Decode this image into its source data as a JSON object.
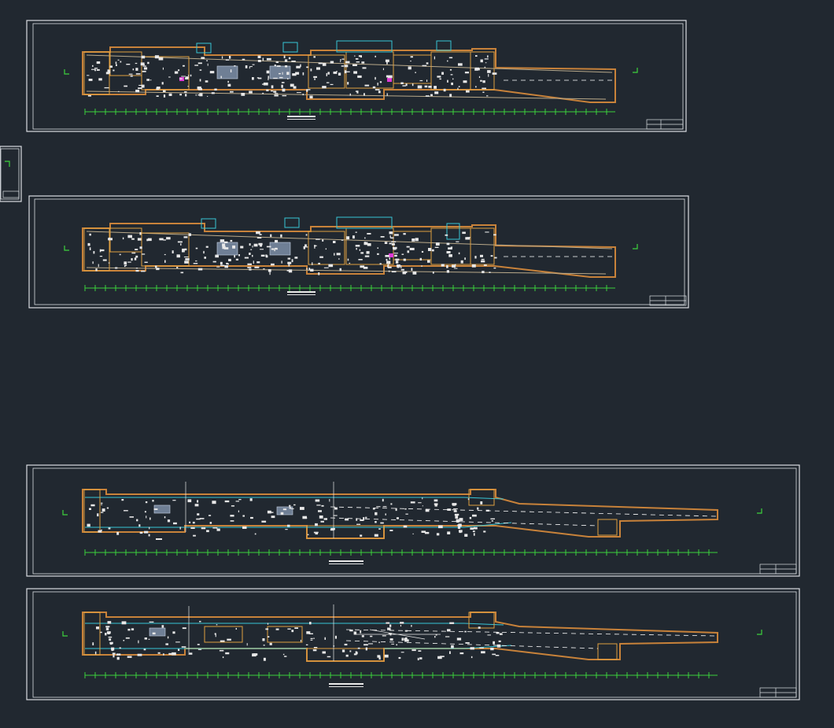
{
  "viewport": {
    "background": "#212830"
  },
  "colors": {
    "frame": "#d9dde2",
    "wall": "#c8823a",
    "grid": "#3cd13c",
    "detail": "#e8e8e8",
    "accent_cyan": "#38c6d6",
    "accent_magenta": "#e03ad6"
  },
  "sheets": [
    {
      "id": "sheet-1",
      "kind": "station-plan"
    },
    {
      "id": "sheet-2",
      "kind": "station-plan"
    },
    {
      "id": "sheet-3",
      "kind": "track-level-plan"
    },
    {
      "id": "sheet-4",
      "kind": "track-level-plan"
    }
  ],
  "side_thumbnail": {
    "kind": "sheet-thumbnail"
  }
}
